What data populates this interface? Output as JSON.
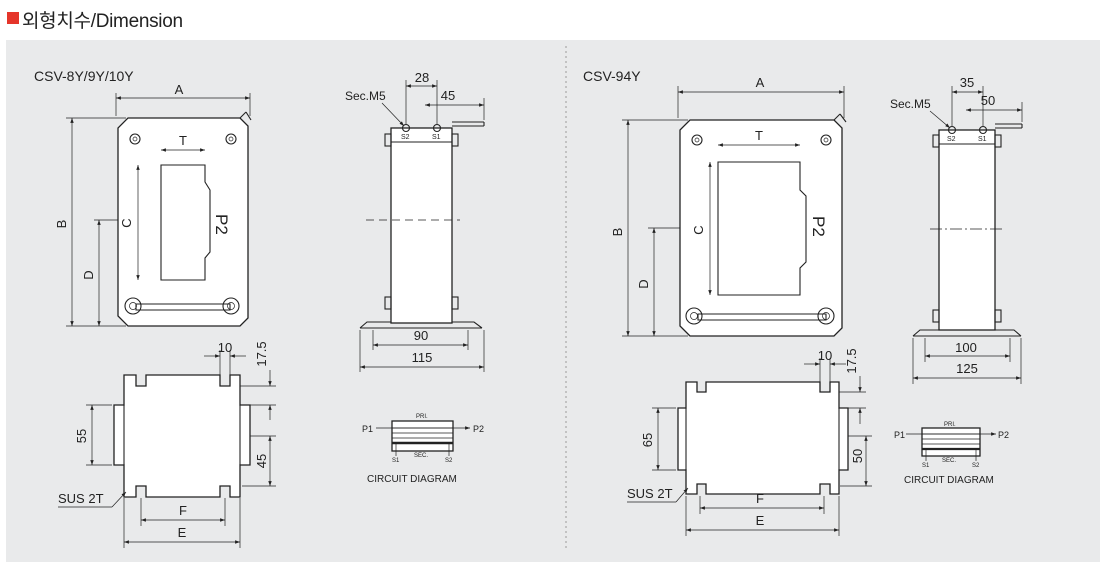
{
  "header": {
    "title": "외형치수/Dimension",
    "bullet_color": "#e5352a"
  },
  "left": {
    "model": "CSV-8Y/9Y/10Y",
    "front": {
      "A": "A",
      "B": "B",
      "C": "C",
      "D": "D",
      "T": "T",
      "P2": "P2"
    },
    "side": {
      "sec": "Sec.M5",
      "d1": "28",
      "d2": "45",
      "s2": "S2",
      "s1": "S1",
      "w1": "90",
      "w2": "115"
    },
    "bottom": {
      "d10": "10",
      "d175": "17.5",
      "h55": "55",
      "h45": "45",
      "sus": "SUS 2T",
      "F": "F",
      "E": "E"
    },
    "circuit": {
      "p1": "P1",
      "p2": "P2",
      "pri": "PRI.",
      "sec": "SEC.",
      "s1": "S1",
      "s2": "S2",
      "caption": "CIRCUIT DIAGRAM"
    }
  },
  "right": {
    "model": "CSV-94Y",
    "front": {
      "A": "A",
      "B": "B",
      "C": "C",
      "D": "D",
      "T": "T",
      "P2": "P2"
    },
    "side": {
      "sec": "Sec.M5",
      "d1": "35",
      "d2": "50",
      "s2": "S2",
      "s1": "S1",
      "w1": "100",
      "w2": "125"
    },
    "bottom": {
      "d10": "10",
      "d175": "17.5",
      "h65": "65",
      "h50": "50",
      "sus": "SUS 2T",
      "F": "F",
      "E": "E"
    },
    "circuit": {
      "p1": "P1",
      "p2": "P2",
      "pri": "PRI.",
      "sec": "SEC.",
      "s1": "S1",
      "s2": "S2",
      "caption": "CIRCUIT DIAGRAM"
    }
  }
}
